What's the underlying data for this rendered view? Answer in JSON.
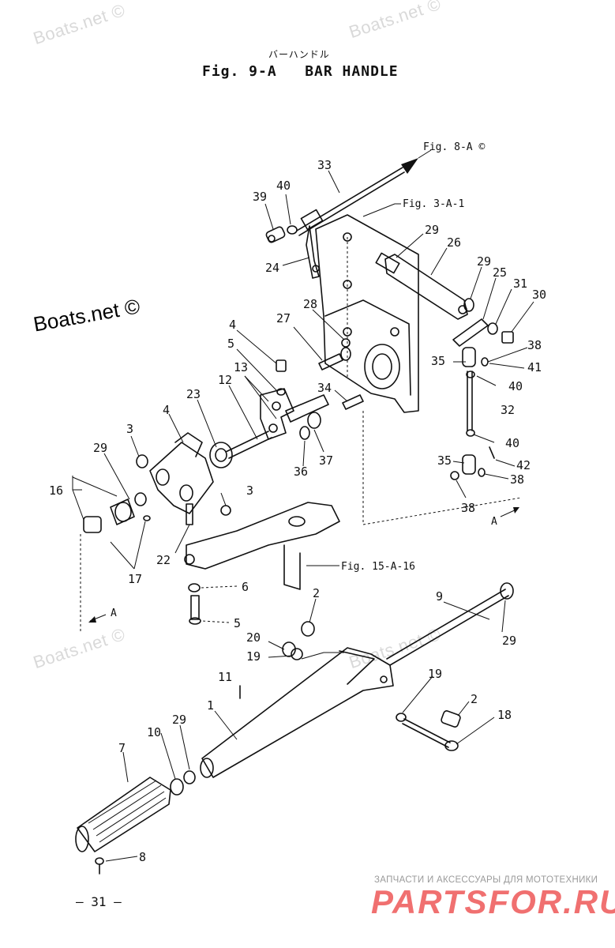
{
  "header": {
    "subtitle_jp": "バーハンドル",
    "title": "Fig. 9-A   BAR HANDLE"
  },
  "watermarks": [
    "Boats.net ©",
    "Boats.net ©",
    "Boats.net ©",
    "Boats.net ©"
  ],
  "brand_watermark": "Boats.net ©",
  "references": {
    "fig_8a": "Fig. 8-A ©",
    "fig_3a1": "Fig. 3-A-1",
    "fig_15a16": "Fig. 15-A-16",
    "view_a_left": "A",
    "view_a_right": "A"
  },
  "callouts": [
    "33",
    "40",
    "39",
    "24",
    "29",
    "26",
    "29",
    "25",
    "31",
    "30",
    "28",
    "27",
    "38",
    "35",
    "41",
    "40",
    "34",
    "32",
    "40",
    "35",
    "42",
    "38",
    "38",
    "4",
    "5",
    "13",
    "12",
    "23",
    "4",
    "3",
    "29",
    "16",
    "3",
    "37",
    "36",
    "22",
    "17",
    "6",
    "5",
    "2",
    "9",
    "29",
    "20",
    "19",
    "19",
    "11",
    "1",
    "2",
    "18",
    "10",
    "29",
    "7",
    "8"
  ],
  "page_number": "— 31 —",
  "footer": {
    "tagline": "ЗАПЧАСТИ И АКСЕССУАРЫ ДЛЯ МОТОТЕХНИКИ",
    "logo": "PARTSFOR.RU"
  }
}
